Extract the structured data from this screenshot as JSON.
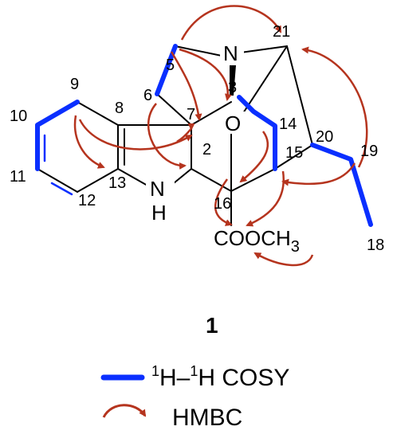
{
  "atoms": {
    "N_top": "N",
    "O": "O",
    "NH_N": "N",
    "NH_H": "H",
    "ester_main": "COOCH",
    "ester_sub": "3"
  },
  "numbers": {
    "n2": "2",
    "n3": "3",
    "n5": "5",
    "n6": "6",
    "n7": "7",
    "n8": "8",
    "n9": "9",
    "n10": "10",
    "n11": "11",
    "n12": "12",
    "n13": "13",
    "n14": "14",
    "n15": "15",
    "n16": "16",
    "n18": "18",
    "n19": "19",
    "n20": "20",
    "n21": "21"
  },
  "compound_label": "1",
  "legend": {
    "cosy_sup1": "1",
    "cosy_h1": "H–",
    "cosy_sup2": "1",
    "cosy_h2": "H COSY",
    "hmbc": "HMBC"
  },
  "colors": {
    "cosy": "#0a2fff",
    "hmbc": "#b5341e",
    "bond": "#000000"
  }
}
